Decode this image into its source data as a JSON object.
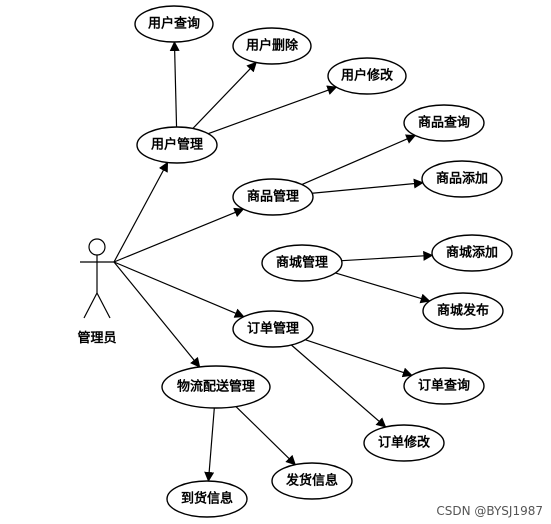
{
  "diagram": {
    "actor": {
      "id": "admin",
      "label": "管理员"
    },
    "nodes": [
      {
        "id": "user_mgmt",
        "label": "用户管理"
      },
      {
        "id": "user_query",
        "label": "用户查询"
      },
      {
        "id": "user_delete",
        "label": "用户删除"
      },
      {
        "id": "user_edit",
        "label": "用户修改"
      },
      {
        "id": "goods_mgmt",
        "label": "商品管理"
      },
      {
        "id": "goods_query",
        "label": "商品查询"
      },
      {
        "id": "goods_add",
        "label": "商品添加"
      },
      {
        "id": "mall_mgmt",
        "label": "商城管理"
      },
      {
        "id": "mall_add",
        "label": "商城添加"
      },
      {
        "id": "mall_publish",
        "label": "商城发布"
      },
      {
        "id": "order_mgmt",
        "label": "订单管理"
      },
      {
        "id": "order_query",
        "label": "订单查询"
      },
      {
        "id": "order_edit",
        "label": "订单修改"
      },
      {
        "id": "logistics_mgmt",
        "label": "物流配送管理"
      },
      {
        "id": "arrival_info",
        "label": "到货信息"
      },
      {
        "id": "shipping_info",
        "label": "发货信息"
      }
    ],
    "edges": [
      {
        "from": "admin",
        "to": "user_mgmt"
      },
      {
        "from": "admin",
        "to": "goods_mgmt"
      },
      {
        "from": "admin",
        "to": "order_mgmt"
      },
      {
        "from": "admin",
        "to": "logistics_mgmt"
      },
      {
        "from": "user_mgmt",
        "to": "user_query"
      },
      {
        "from": "user_mgmt",
        "to": "user_delete"
      },
      {
        "from": "user_mgmt",
        "to": "user_edit"
      },
      {
        "from": "goods_mgmt",
        "to": "goods_query"
      },
      {
        "from": "goods_mgmt",
        "to": "goods_add"
      },
      {
        "from": "mall_mgmt",
        "to": "mall_add"
      },
      {
        "from": "mall_mgmt",
        "to": "mall_publish"
      },
      {
        "from": "order_mgmt",
        "to": "order_query"
      },
      {
        "from": "order_mgmt",
        "to": "order_edit"
      },
      {
        "from": "logistics_mgmt",
        "to": "arrival_info"
      },
      {
        "from": "logistics_mgmt",
        "to": "shipping_info"
      }
    ]
  },
  "watermark": "CSDN @BYSJ1987"
}
